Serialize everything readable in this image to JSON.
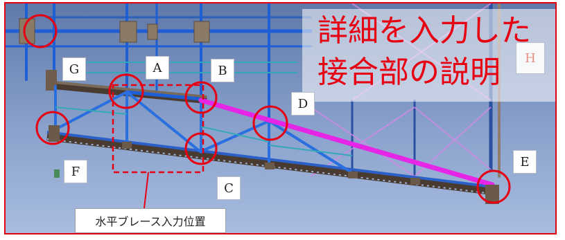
{
  "title": {
    "line1": "詳細を入力した",
    "line2": "接合部の説明"
  },
  "caption": "水平ブレース入力位置",
  "node_labels": {
    "A": "A",
    "B": "B",
    "C": "C",
    "D": "D",
    "E": "E",
    "F": "F",
    "G": "G",
    "H": "H"
  },
  "highlighted_joints": [
    "top-left",
    "A",
    "B",
    "C",
    "D",
    "E",
    "F"
  ],
  "colors": {
    "accent": "#e60012",
    "background_sky": "#7c96c4",
    "beam_blue": "#1f5fd6",
    "brace_magenta": "#e626e6",
    "steel_brown": "#6b5a4a",
    "label_border": "#b9bec6"
  }
}
